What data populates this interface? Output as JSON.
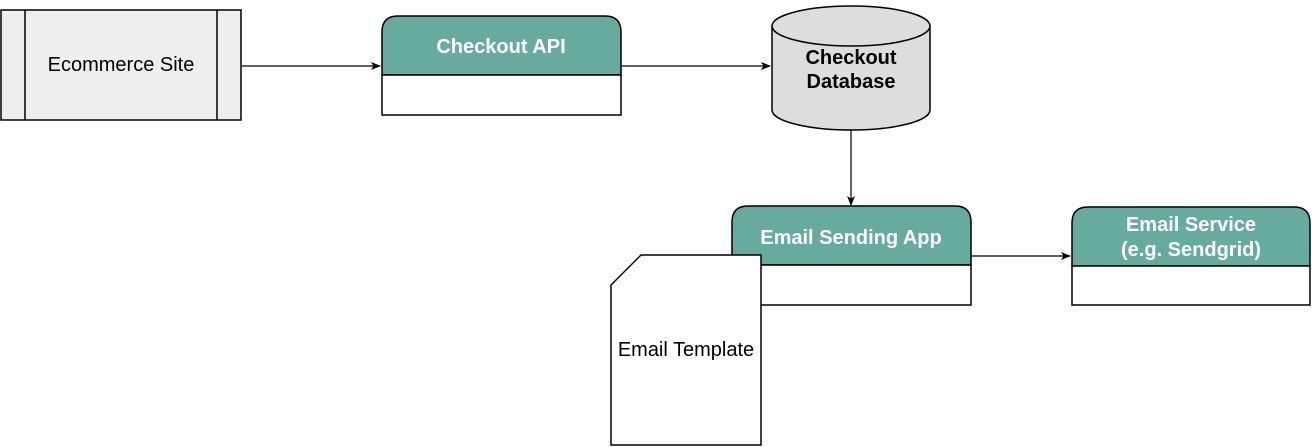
{
  "colors": {
    "header_fill": "#67AB9F",
    "process_fill": "#EEEEEE",
    "database_fill": "#DDDDDD",
    "stroke": "#000000",
    "header_text": "#FFFFFF"
  },
  "nodes": {
    "ecommerce_site": {
      "label": "Ecommerce Site"
    },
    "checkout_api": {
      "label": "Checkout API"
    },
    "checkout_database": {
      "label_line1": "Checkout",
      "label_line2": "Database"
    },
    "email_sending_app": {
      "label": "Email Sending App"
    },
    "email_service": {
      "label_line1": "Email Service",
      "label_line2": "(e.g. Sendgrid)"
    },
    "email_template": {
      "label": "Email Template"
    }
  },
  "edges": [
    {
      "from": "ecommerce_site",
      "to": "checkout_api"
    },
    {
      "from": "checkout_api",
      "to": "checkout_database"
    },
    {
      "from": "checkout_database",
      "to": "email_sending_app"
    },
    {
      "from": "email_sending_app",
      "to": "email_service"
    }
  ]
}
